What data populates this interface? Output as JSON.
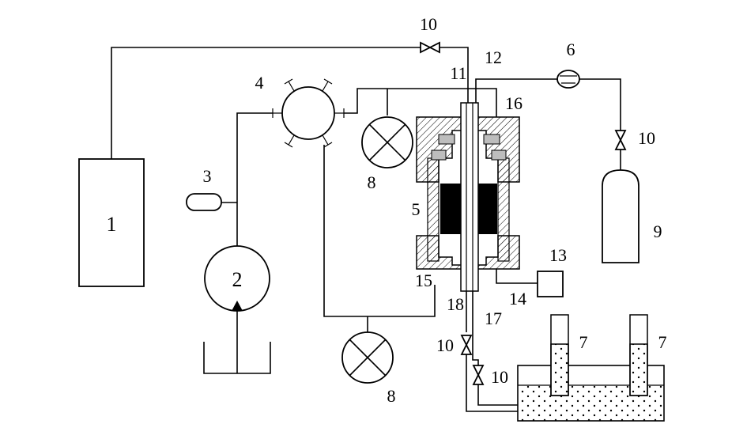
{
  "diagram": {
    "components": {
      "c1": "1",
      "c2": "2",
      "c3": "3",
      "c4": "4",
      "c5": "5",
      "c6": "6",
      "c7a": "7",
      "c7b": "7",
      "c8a": "8",
      "c8b": "8",
      "c9": "9",
      "c10a": "10",
      "c10b": "10",
      "c10c": "10",
      "c10d": "10",
      "c11": "11",
      "c12": "12",
      "c13": "13",
      "c14": "14",
      "c15": "15",
      "c16": "16",
      "c17": "17",
      "c18": "18"
    }
  }
}
